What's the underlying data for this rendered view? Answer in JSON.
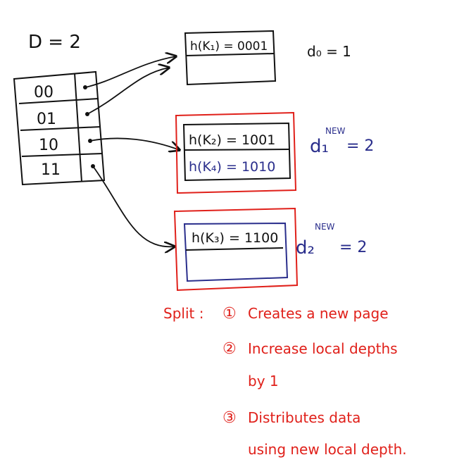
{
  "global_depth_label": "D = 2",
  "directory": [
    {
      "bits": "00"
    },
    {
      "bits": "01"
    },
    {
      "bits": "10"
    },
    {
      "bits": "11"
    }
  ],
  "buckets": [
    {
      "entries": [
        "h(K₁) = 0001"
      ],
      "depth_label": "d₀ = 1"
    },
    {
      "entries": [
        "h(K₂) = 1001",
        "h(K₄) = 1010"
      ],
      "depth_label": "d₁",
      "depth_superscript": "NEW",
      "depth_value": "= 2"
    },
    {
      "entries": [
        "h(K₃) = 1100"
      ],
      "depth_label": "d₂",
      "depth_superscript": "NEW",
      "depth_value": "= 2"
    }
  ],
  "split_notes": {
    "heading": "Split :",
    "steps": [
      {
        "marker": "①",
        "lines": [
          "Creates a new page"
        ]
      },
      {
        "marker": "②",
        "lines": [
          "Increase local depths",
          "by 1"
        ]
      },
      {
        "marker": "③",
        "lines": [
          "Distributes data",
          "using new local depth."
        ]
      }
    ]
  },
  "colors": {
    "ink": "#111111",
    "blue": "#2a2e8c",
    "red": "#e0201a"
  }
}
